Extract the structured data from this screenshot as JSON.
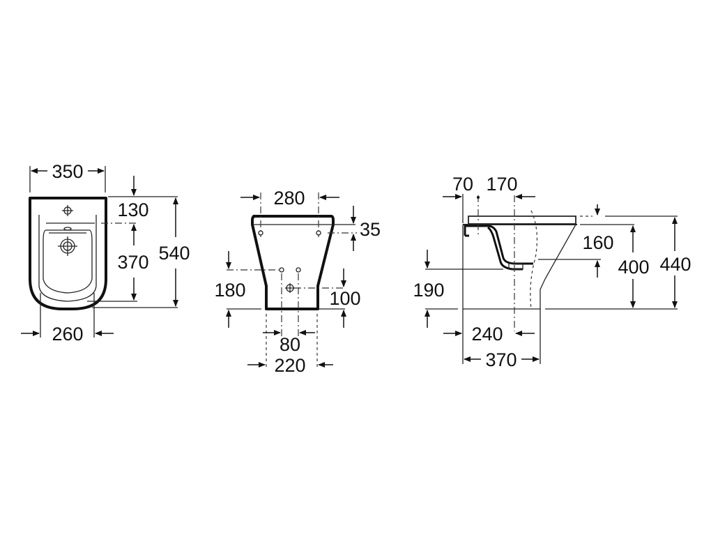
{
  "drawing": {
    "front_view": {
      "width_top": "350",
      "tap_to_axis": "130",
      "axis_to_front": "370",
      "total_depth": "540",
      "base_width": "260"
    },
    "rear_view": {
      "fixing_spacing": "280",
      "fixing_offset": "35",
      "inlet_height": "180",
      "outlet_height": "100",
      "inlet_spacing": "80",
      "base_width": "220"
    },
    "side_view": {
      "wall_to_tap": "70",
      "tap_to_drain": "170",
      "seat_to_rim": "160",
      "rim_height": "400",
      "seat_height": "440",
      "drain_height": "190",
      "wall_to_drain": "240",
      "base_depth": "370"
    }
  }
}
